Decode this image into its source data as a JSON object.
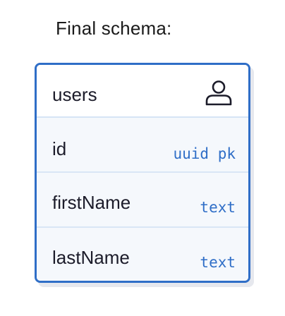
{
  "heading": "Final schema:",
  "table": {
    "name": "users",
    "icon": "user-icon",
    "columns": [
      {
        "name": "id",
        "type": "uuid pk"
      },
      {
        "name": "firstName",
        "type": "text"
      },
      {
        "name": "lastName",
        "type": "text"
      }
    ]
  },
  "colors": {
    "accent": "#2f6ec7",
    "row_background": "#f5f8fc",
    "divider": "#d9e6f5",
    "text": "#1c1c2a"
  }
}
